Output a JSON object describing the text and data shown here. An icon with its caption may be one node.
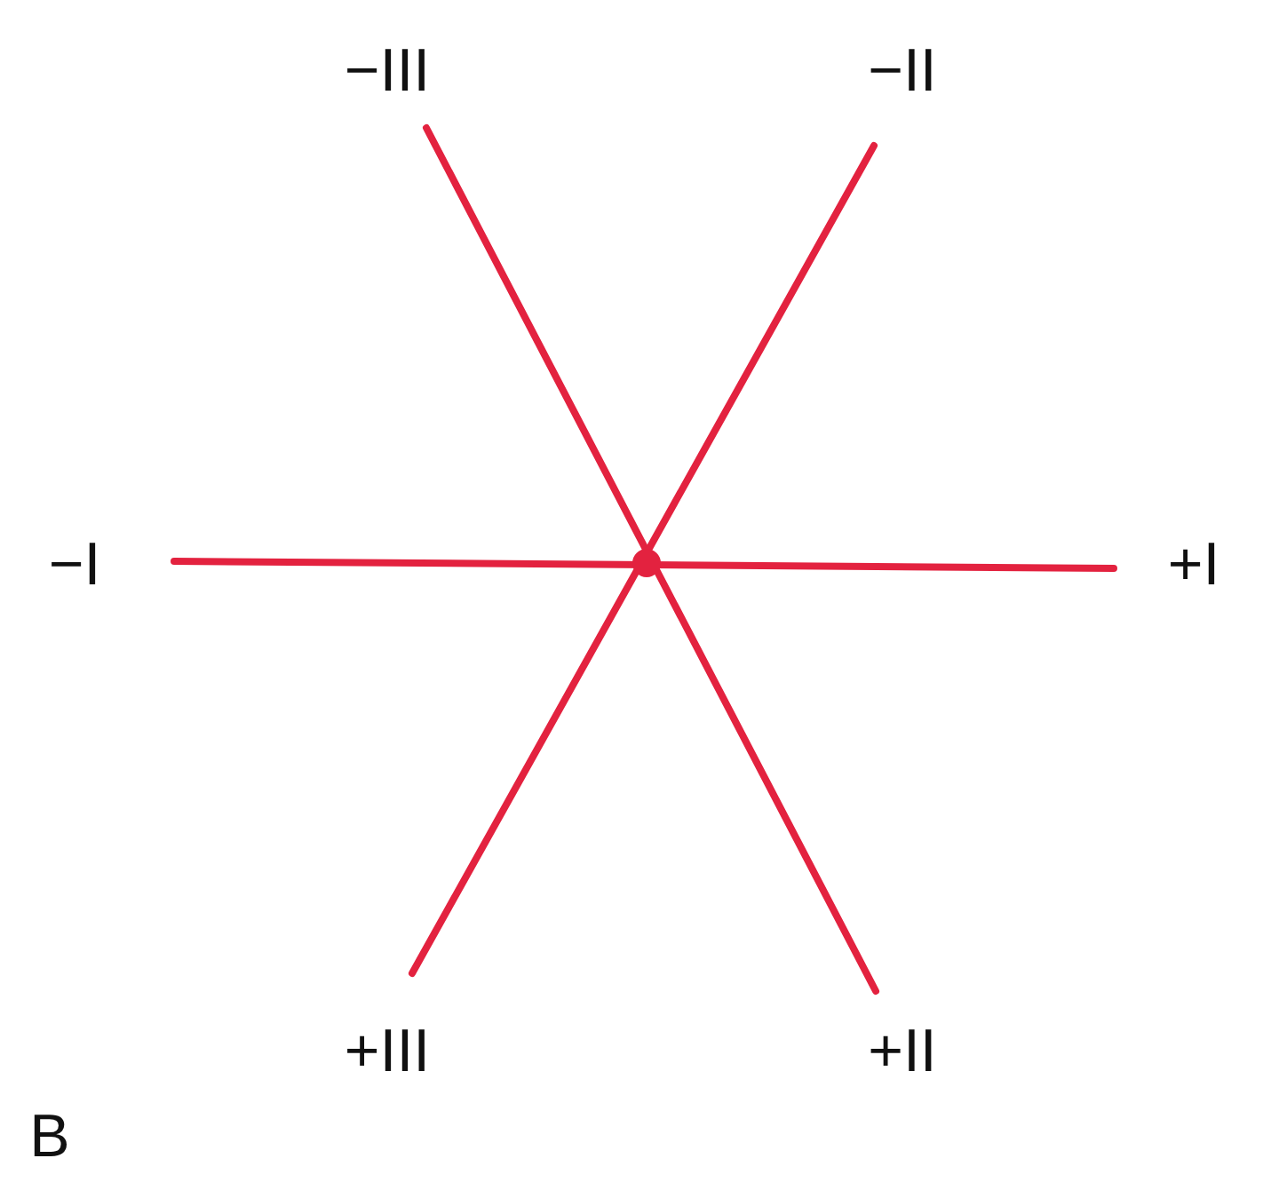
{
  "diagram": {
    "labels": [
      "−III",
      "−II",
      "−I",
      "+I",
      "+III",
      "+II",
      "B"
    ]
  }
}
